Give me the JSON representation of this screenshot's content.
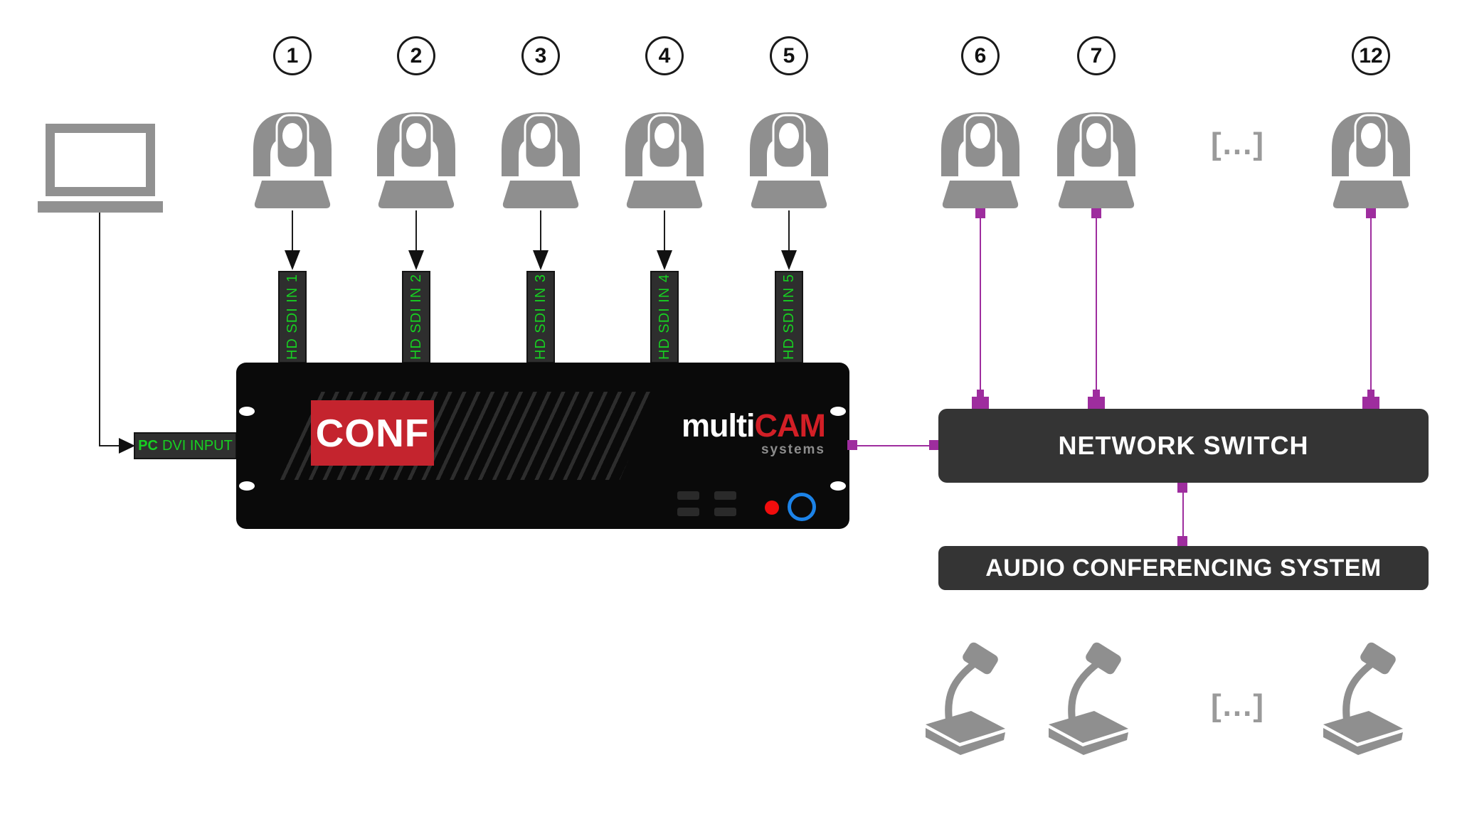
{
  "colors": {
    "icon_gray": "#8f8f8f",
    "green_label": "#17d021",
    "purple": "#9e2d9e",
    "conf_red": "#c4242e",
    "brand_red": "#d21f26",
    "box_dark": "#343434",
    "device_black": "#0a0a0a",
    "led_red": "#f10d0d",
    "power_blue": "#1c83e8"
  },
  "sdi_cameras": [
    {
      "number": "1",
      "port_label": "HD SDI IN 1"
    },
    {
      "number": "2",
      "port_label": "HD SDI IN 2"
    },
    {
      "number": "3",
      "port_label": "HD SDI IN 3"
    },
    {
      "number": "4",
      "port_label": "HD SDI IN 4"
    },
    {
      "number": "5",
      "port_label": "HD SDI IN 5"
    }
  ],
  "network_cameras": [
    {
      "number": "6"
    },
    {
      "number": "7"
    },
    {
      "number": "12"
    }
  ],
  "camera_ellipsis": "[...]",
  "mic_ellipsis": "[...]",
  "pc_input": {
    "strong": "PC",
    "rest": "DVI INPUT"
  },
  "device": {
    "conf": "CONF",
    "brand_multi": "multi",
    "brand_cam": "CAM",
    "brand_sub": "systems"
  },
  "network_switch": {
    "label": "NETWORK SWITCH"
  },
  "audio_system": {
    "label": "AUDIO CONFERENCING SYSTEM"
  }
}
